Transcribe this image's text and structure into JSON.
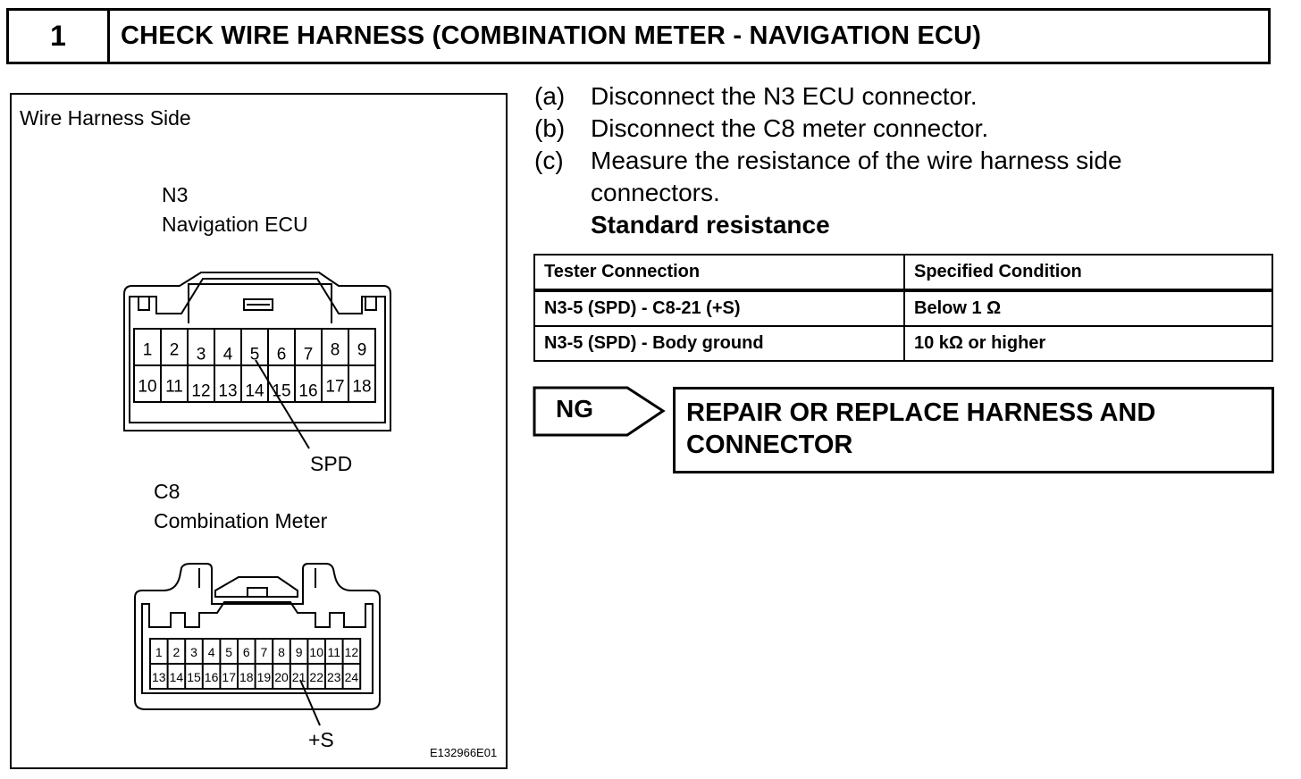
{
  "header": {
    "step_number": "1",
    "title": "CHECK WIRE HARNESS (COMBINATION METER - NAVIGATION ECU)"
  },
  "figure": {
    "side_label": "Wire Harness Side",
    "n3_code": "N3",
    "n3_name": "Navigation ECU",
    "n3_pins_top": [
      "1",
      "2",
      "3",
      "4",
      "5",
      "6",
      "7",
      "8",
      "9"
    ],
    "n3_pins_bottom": [
      "10",
      "11",
      "12",
      "13",
      "14",
      "15",
      "16",
      "17",
      "18"
    ],
    "n3_callout": "SPD",
    "c8_code": "C8",
    "c8_name": "Combination Meter",
    "c8_pins_top": [
      "1",
      "2",
      "3",
      "4",
      "5",
      "6",
      "7",
      "8",
      "9",
      "10",
      "11",
      "12"
    ],
    "c8_pins_bottom": [
      "13",
      "14",
      "15",
      "16",
      "17",
      "18",
      "19",
      "20",
      "21",
      "22",
      "23",
      "24"
    ],
    "c8_callout": "+S",
    "figure_id": "E132966E01"
  },
  "instructions": {
    "a_letter": "(a)",
    "a_text": "Disconnect the N3 ECU connector.",
    "b_letter": "(b)",
    "b_text": "Disconnect the C8 meter connector.",
    "c_letter": "(c)",
    "c_text": "Measure the resistance of the wire harness side connectors.",
    "standard_label": "Standard resistance"
  },
  "table": {
    "headers": [
      "Tester Connection",
      "Specified Condition"
    ],
    "rows": [
      [
        "N3-5 (SPD) - C8-21 (+S)",
        "Below 1 Ω"
      ],
      [
        "N3-5 (SPD) - Body ground",
        "10 kΩ or higher"
      ]
    ]
  },
  "result": {
    "ng_label": "NG",
    "ng_action": "REPAIR OR REPLACE HARNESS AND CONNECTOR"
  }
}
